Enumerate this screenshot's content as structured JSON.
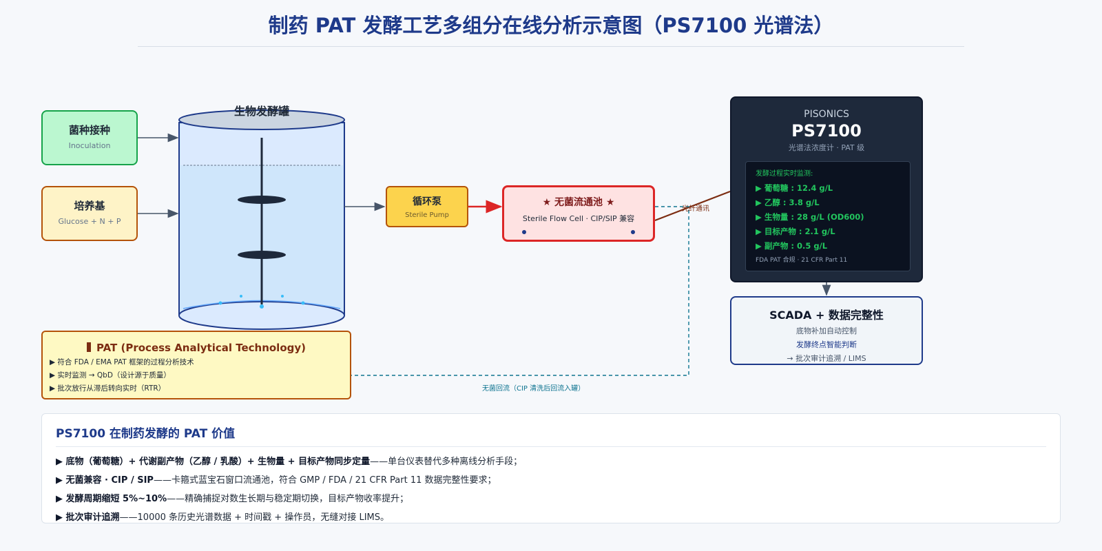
{
  "title": "制药 PAT 发酵工艺多组分在线分析示意图（PS7100 光谱法）",
  "inoculation": {
    "cn": "菌种接种",
    "en": "Inoculation"
  },
  "medium": {
    "cn": "培养基",
    "en": "Glucose + N + P"
  },
  "tank": {
    "label": "生物发酵罐"
  },
  "pump": {
    "cn": "循环泵",
    "en": "Sterile Pump"
  },
  "flowcell": {
    "cn": "★ 无菌流通池 ★",
    "en": "Sterile Flow Cell · CIP/SIP 兼容"
  },
  "fiber_label": "光纤通讯",
  "ps7100": {
    "brand": "PISONICS",
    "model": "PS7100",
    "subtitle": "光谱法浓度计 · PAT 级",
    "screen_title": "发酵过程实时监测:",
    "readings": [
      "▶ 葡萄糖 : 12.4 g/L",
      "▶ 乙醇 : 3.8 g/L",
      "▶ 生物量 : 28 g/L (OD600)",
      "▶ 目标产物 : 2.1 g/L",
      "▶ 副产物 : 0.5 g/L"
    ],
    "footer": "FDA PAT 合规 · 21 CFR Part 11"
  },
  "scada": {
    "title": "SCADA + 数据完整性",
    "lines": [
      "底物补加自动控制",
      "发酵终点智能判断",
      "→ 批次审计追溯 / LIMS"
    ]
  },
  "pat": {
    "title": "PAT (Process Analytical Technology)",
    "bullets": [
      "▶ 符合 FDA / EMA PAT 框架的过程分析技术",
      "▶ 实时监测 → QbD（设计源于质量）",
      "▶ 批次放行从滞后转向实时（RTR）"
    ]
  },
  "return_label": "无菌回流（CIP 清洗后回流入罐）",
  "value_panel": {
    "title": "PS7100 在制药发酵的 PAT 价值",
    "items": [
      {
        "bold": "▶ 底物（葡萄糖）+ 代谢副产物（乙醇 / 乳酸）+ 生物量 + 目标产物同步定量",
        "rest": "——单台仪表替代多种离线分析手段；"
      },
      {
        "bold": "▶ 无菌兼容 · CIP / SIP",
        "rest": "——卡箍式蓝宝石窗口流通池，符合 GMP / FDA / 21 CFR Part 11 数据完整性要求；"
      },
      {
        "bold": "▶ 发酵周期缩短 5%~10%",
        "rest": "——精确捕捉对数生长期与稳定期切换，目标产物收率提升；"
      },
      {
        "bold": "▶ 批次审计追溯",
        "rest": "——10000 条历史光谱数据 + 时间戳 + 操作员，无缝对接 LIMS。"
      }
    ]
  }
}
